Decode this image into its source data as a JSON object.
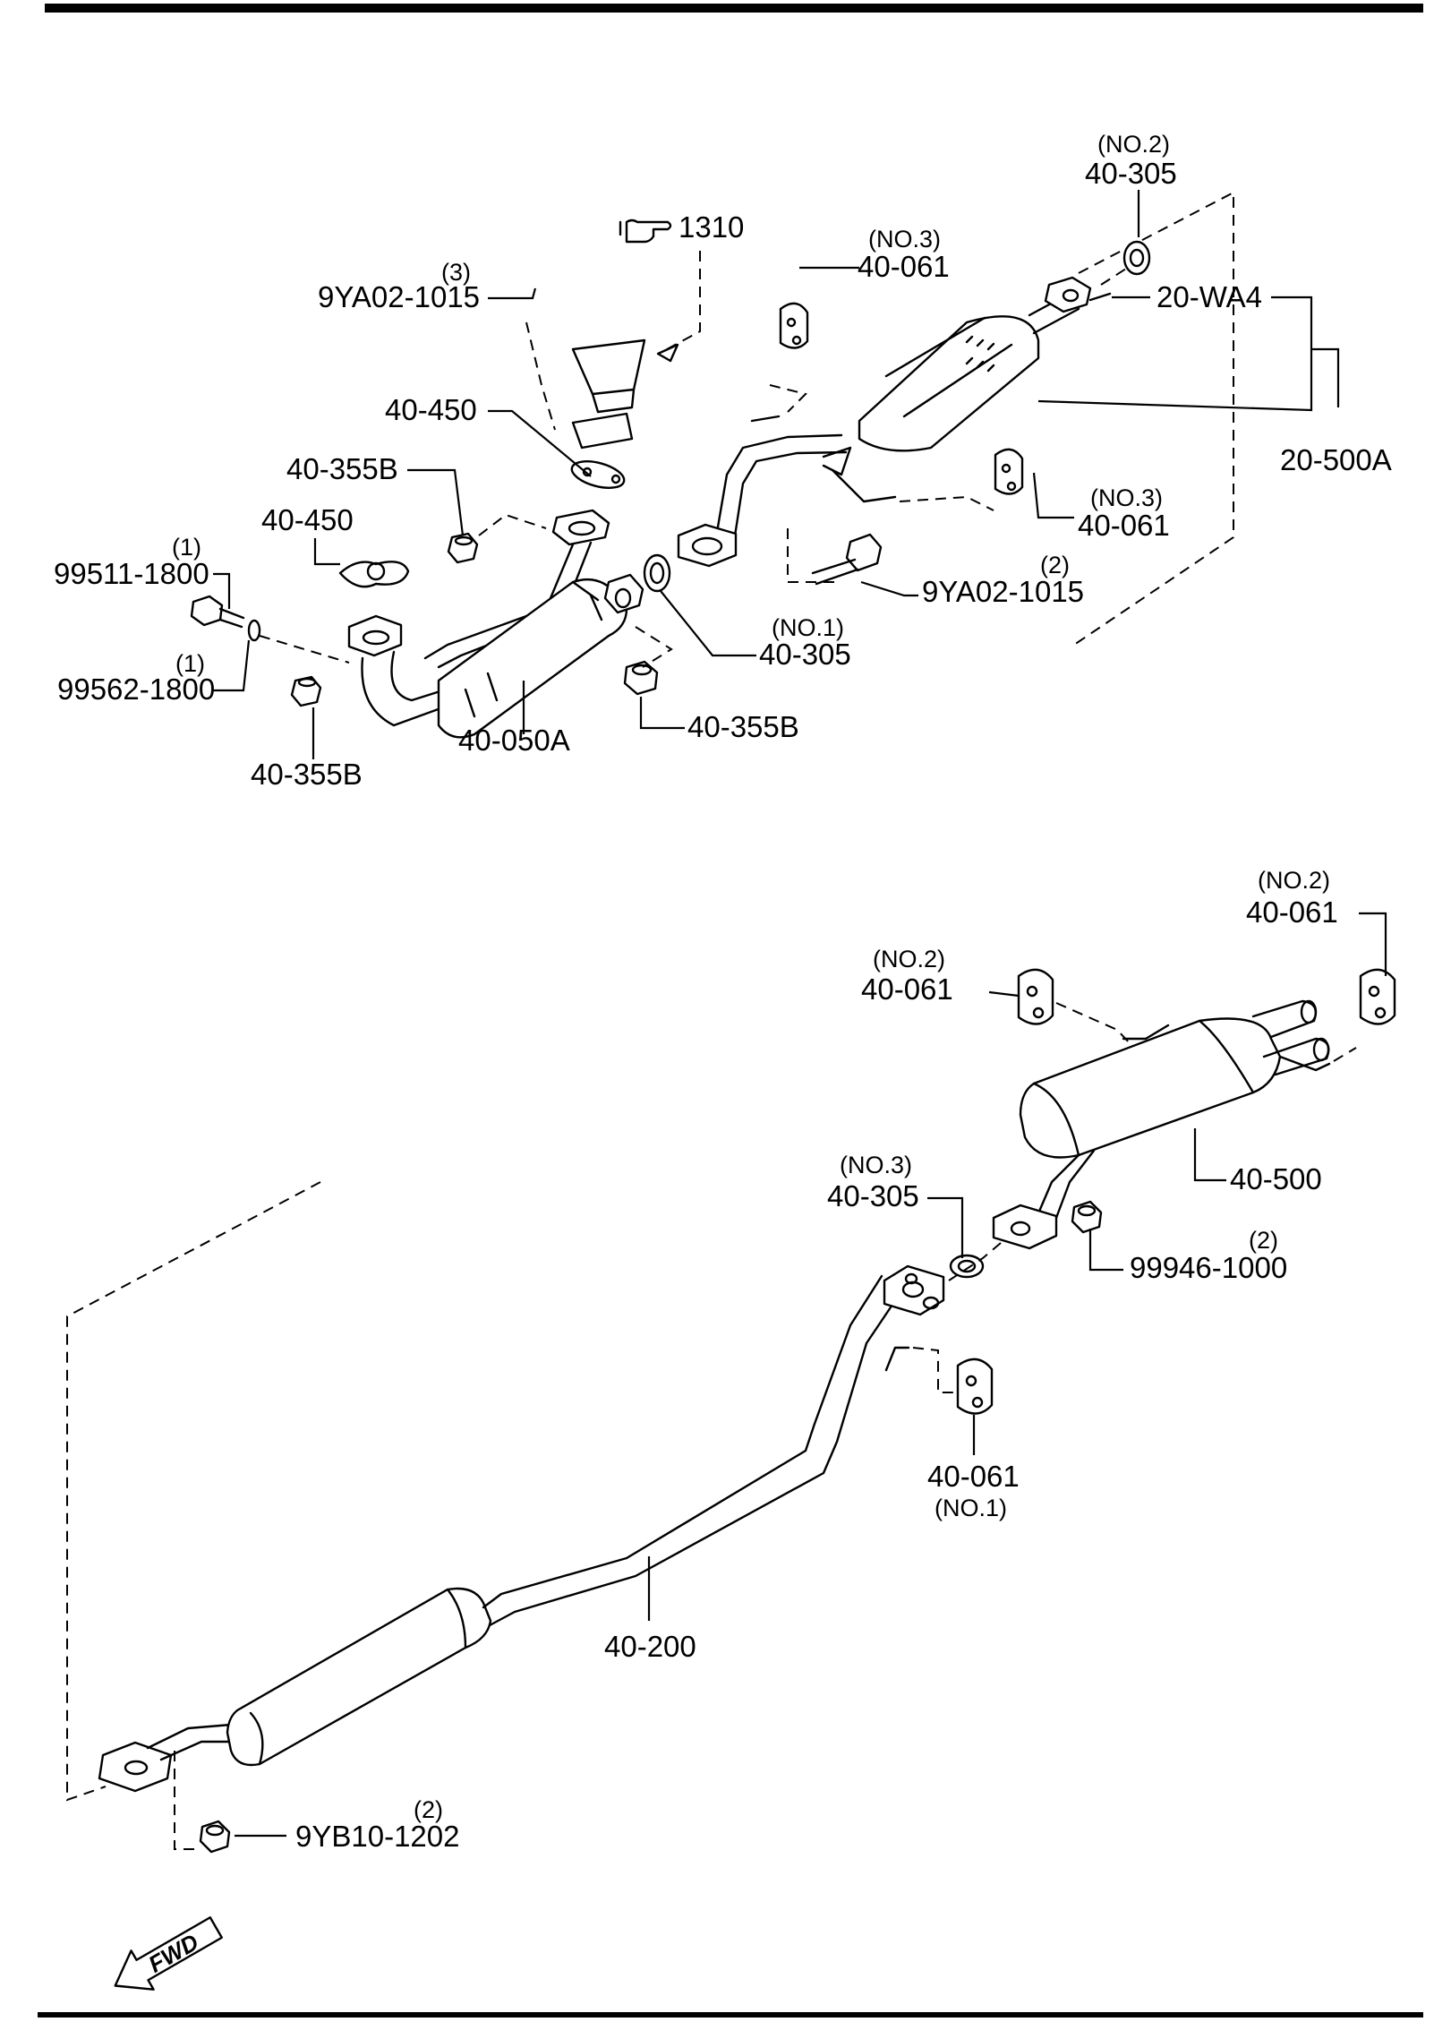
{
  "reference": {
    "icon": "hand-pointer-icon",
    "label": "1310"
  },
  "parts": [
    {
      "id": "p1",
      "qty": "(3)",
      "label": "9YA02-1015"
    },
    {
      "id": "p2",
      "qty": "",
      "label": "40-450"
    },
    {
      "id": "p3",
      "qty": "",
      "label": "40-355B"
    },
    {
      "id": "p4",
      "qty": "",
      "label": "40-450"
    },
    {
      "id": "p5",
      "qty": "(1)",
      "label": "99511-1800"
    },
    {
      "id": "p6",
      "qty": "(1)",
      "label": "99562-1800"
    },
    {
      "id": "p7",
      "qty": "",
      "label": "40-355B"
    },
    {
      "id": "p8",
      "qty": "",
      "label": "40-050A"
    },
    {
      "id": "p9",
      "qty": "",
      "label": "40-355B"
    },
    {
      "id": "p10",
      "qty": "(NO.1)",
      "label": "40-305"
    },
    {
      "id": "p11",
      "qty": "(2)",
      "label": "9YA02-1015"
    },
    {
      "id": "p12",
      "qty": "(NO.3)",
      "label": "40-061"
    },
    {
      "id": "p13",
      "qty": "(NO.3)",
      "label": "40-061"
    },
    {
      "id": "p14",
      "qty": "(NO.2)",
      "label": "40-305"
    },
    {
      "id": "p15",
      "qty": "",
      "label": "20-WA4"
    },
    {
      "id": "p16",
      "qty": "",
      "label": "20-500A"
    },
    {
      "id": "p17",
      "qty": "(NO.2)",
      "label": "40-061"
    },
    {
      "id": "p18",
      "qty": "(NO.2)",
      "label": "40-061"
    },
    {
      "id": "p19",
      "qty": "",
      "label": "40-500"
    },
    {
      "id": "p20",
      "qty": "(NO.3)",
      "label": "40-305"
    },
    {
      "id": "p21",
      "qty": "(2)",
      "label": "99946-1000"
    },
    {
      "id": "p22",
      "qty": "(NO.1)",
      "label": "40-061"
    },
    {
      "id": "p23",
      "qty": "",
      "label": "40-200"
    },
    {
      "id": "p24",
      "qty": "(2)",
      "label": "9YB10-1202"
    }
  ],
  "direction": {
    "label": "FWD",
    "icon": "forward-arrow-icon"
  }
}
